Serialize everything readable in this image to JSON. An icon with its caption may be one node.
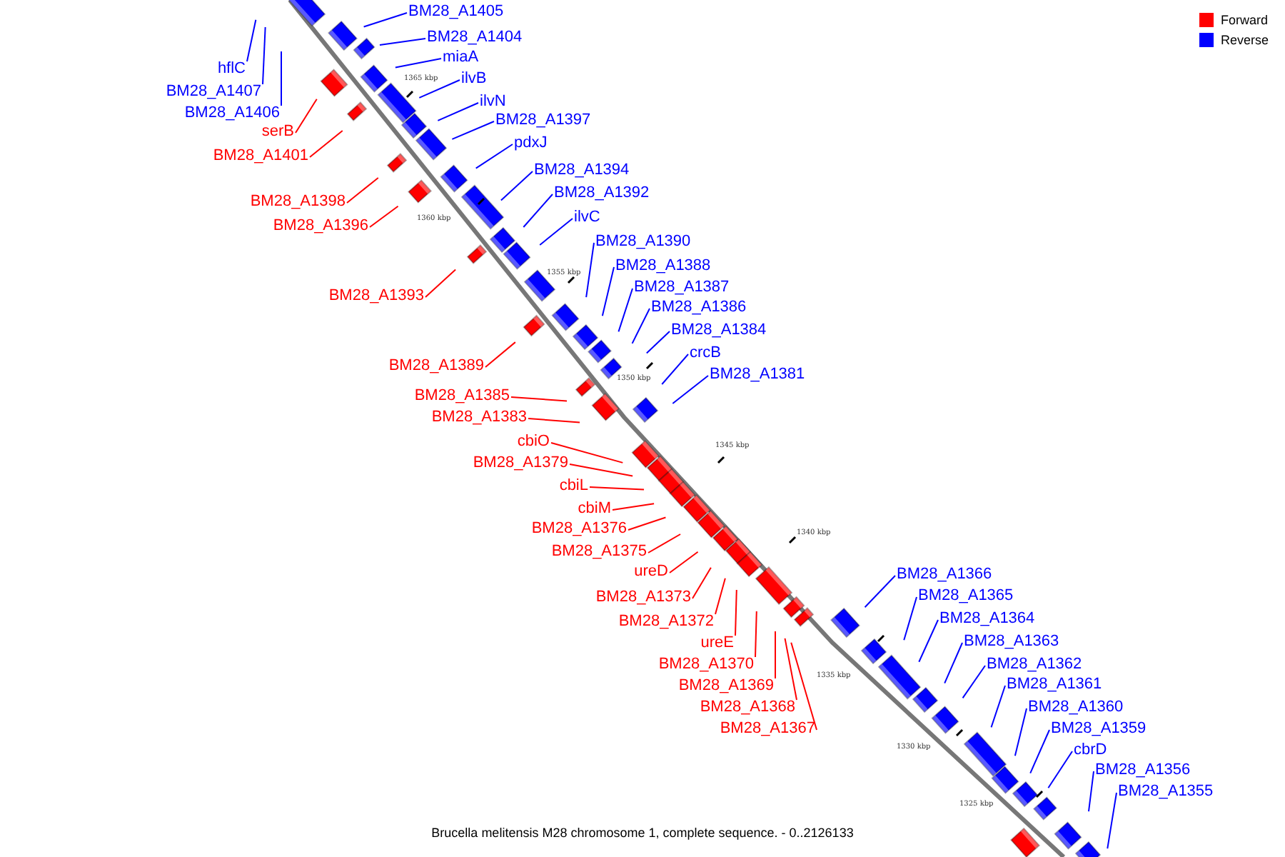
{
  "diagram": {
    "caption": "Brucella melitensis M28 chromosome 1, complete sequence. - 0..2126133",
    "nodes": [
      {
        "text": [
          "BM28_A1405"
        ]
      },
      {
        "text": [
          "BM28_A1404"
        ]
      },
      {
        "text": [
          "miaA"
        ]
      },
      {
        "text": [
          "hflC"
        ]
      },
      {
        "text": [
          "ilvB"
        ]
      },
      {
        "text": [
          "BM28_A1407"
        ]
      },
      {
        "text": [
          "ilvN"
        ]
      },
      {
        "text": [
          "BM28_A1406"
        ]
      },
      {
        "text": [
          "BM28_A1397"
        ]
      },
      {
        "text": [
          "serB"
        ]
      },
      {
        "text": [
          "pdxJ"
        ]
      },
      {
        "text": [
          "BM28_A1401"
        ]
      },
      {
        "text": [
          "BM28_A1394"
        ]
      },
      {
        "text": [
          "BM28_A1392"
        ]
      },
      {
        "text": [
          "BM28_A1398"
        ]
      },
      {
        "text": [
          "ilvC"
        ]
      },
      {
        "text": [
          "BM28_A1396"
        ]
      },
      {
        "text": [
          "BM28_A1390"
        ]
      },
      {
        "text": [
          "BM28_A1388"
        ]
      },
      {
        "text": [
          "BM28_A1387"
        ]
      },
      {
        "text": [
          "BM28_A1393"
        ]
      },
      {
        "text": [
          "BM28_A1386"
        ]
      },
      {
        "text": [
          "BM28_A1384"
        ]
      },
      {
        "text": [
          "crcB"
        ]
      },
      {
        "text": [
          "BM28_A1389"
        ]
      },
      {
        "text": [
          "BM28_A1381"
        ]
      },
      {
        "text": [
          "BM28_A1385"
        ]
      },
      {
        "text": [
          "BM28_A1383"
        ]
      },
      {
        "text": [
          "cbiO"
        ]
      },
      {
        "text": [
          "BM28_A1379"
        ]
      },
      {
        "text": [
          "cbiL"
        ]
      },
      {
        "text": [
          "cbiM"
        ]
      },
      {
        "text": [
          "BM28_A1376"
        ]
      },
      {
        "text": [
          "BM28_A1375"
        ]
      },
      {
        "text": [
          "ureD"
        ]
      },
      {
        "text": [
          "BM28_A1366"
        ]
      },
      {
        "text": [
          "BM28_A1373"
        ]
      },
      {
        "text": [
          "BM28_A1365"
        ]
      },
      {
        "text": [
          "BM28_A1372"
        ]
      },
      {
        "text": [
          "BM28_A1364"
        ]
      },
      {
        "text": [
          "ureE"
        ]
      },
      {
        "text": [
          "BM28_A1363"
        ]
      },
      {
        "text": [
          "BM28_A1370"
        ]
      },
      {
        "text": [
          "BM28_A1362"
        ]
      },
      {
        "text": [
          "BM28_A1369"
        ]
      },
      {
        "text": [
          "BM28_A1361"
        ]
      },
      {
        "text": [
          "BM28_A1368"
        ]
      },
      {
        "text": [
          "BM28_A1360"
        ]
      },
      {
        "text": [
          "BM28_A1367"
        ]
      },
      {
        "text": [
          "BM28_A1359"
        ]
      },
      {
        "text": [
          "cbrD"
        ]
      },
      {
        "text": [
          "BM28_A1356"
        ]
      },
      {
        "text": [
          "BM28_A1355"
        ]
      }
    ],
    "edges": [
      {
        "from": 0,
        "to": null,
        "arrow": "none"
      },
      {
        "from": 1,
        "to": null,
        "arrow": "none"
      },
      {
        "from": 2,
        "to": null,
        "arrow": "none"
      },
      {
        "from": 3,
        "to": null,
        "arrow": "none"
      },
      {
        "from": 4,
        "to": null,
        "arrow": "none"
      },
      {
        "from": 5,
        "to": null,
        "arrow": "none"
      },
      {
        "from": 6,
        "to": null,
        "arrow": "none"
      },
      {
        "from": 7,
        "to": null,
        "arrow": "none"
      },
      {
        "from": 8,
        "to": null,
        "arrow": "none"
      },
      {
        "from": 9,
        "to": null,
        "arrow": "none",
        "color": "#ff0000"
      },
      {
        "from": 10,
        "to": null,
        "arrow": "none"
      },
      {
        "from": 11,
        "to": null,
        "arrow": "none",
        "color": "#ff0000"
      },
      {
        "from": 12,
        "to": null,
        "arrow": "none"
      },
      {
        "from": 13,
        "to": null,
        "arrow": "none"
      },
      {
        "from": 14,
        "to": null,
        "arrow": "none",
        "color": "#ff0000"
      },
      {
        "from": 15,
        "to": null,
        "arrow": "none"
      },
      {
        "from": 16,
        "to": null,
        "arrow": "none",
        "color": "#ff0000"
      },
      {
        "from": 17,
        "to": null,
        "arrow": "none"
      },
      {
        "from": 18,
        "to": null,
        "arrow": "none"
      },
      {
        "from": 19,
        "to": null,
        "arrow": "none"
      },
      {
        "from": 20,
        "to": null,
        "arrow": "none",
        "color": "#ff0000"
      },
      {
        "from": 21,
        "to": null,
        "arrow": "none"
      },
      {
        "from": 22,
        "to": null,
        "arrow": "none"
      },
      {
        "from": 23,
        "to": null,
        "arrow": "none"
      },
      {
        "from": 24,
        "to": null,
        "arrow": "none",
        "color": "#ff0000"
      },
      {
        "from": 25,
        "to": null,
        "arrow": "none"
      },
      {
        "from": 26,
        "to": null,
        "arrow": "none",
        "color": "#ff0000"
      },
      {
        "from": 27,
        "to": null,
        "arrow": "none",
        "color": "#ff0000"
      },
      {
        "from": 28,
        "to": null,
        "arrow": "none",
        "color": "#ff0000"
      },
      {
        "from": 29,
        "to": null,
        "arrow": "none",
        "color": "#ff0000"
      },
      {
        "from": 30,
        "to": null,
        "arrow": "none",
        "color": "#ff0000"
      },
      {
        "from": 31,
        "to": null,
        "arrow": "none",
        "color": "#ff0000"
      },
      {
        "from": 32,
        "to": null,
        "arrow": "none",
        "color": "#ff0000"
      },
      {
        "from": 33,
        "to": null,
        "arrow": "none",
        "color": "#ff0000"
      },
      {
        "from": 34,
        "to": null,
        "arrow": "none",
        "color": "#ff0000"
      },
      {
        "from": 35,
        "to": null,
        "arrow": "none"
      },
      {
        "from": 36,
        "to": null,
        "arrow": "none",
        "color": "#ff0000"
      },
      {
        "from": 37,
        "to": null,
        "arrow": "none"
      },
      {
        "from": 38,
        "to": null,
        "arrow": "none",
        "color": "#ff0000"
      },
      {
        "from": 39,
        "to": null,
        "arrow": "none"
      },
      {
        "from": 40,
        "to": null,
        "arrow": "none",
        "color": "#ff0000"
      },
      {
        "from": 41,
        "to": null,
        "arrow": "none"
      },
      {
        "from": 42,
        "to": null,
        "arrow": "none",
        "color": "#ff0000"
      },
      {
        "from": 43,
        "to": null,
        "arrow": "none"
      },
      {
        "from": 44,
        "to": null,
        "arrow": "none",
        "color": "#ff0000"
      },
      {
        "from": 45,
        "to": null,
        "arrow": "none"
      },
      {
        "from": 46,
        "to": null,
        "arrow": "none",
        "color": "#ff0000"
      },
      {
        "from": 47,
        "to": null,
        "arrow": "none"
      },
      {
        "from": 48,
        "to": null,
        "arrow": "none",
        "color": "#ff0000"
      },
      {
        "from": 49,
        "to": null,
        "arrow": "none"
      },
      {
        "from": 50,
        "to": null,
        "arrow": "none"
      },
      {
        "from": 51,
        "to": null,
        "arrow": "none"
      },
      {
        "from": 52,
        "to": null,
        "arrow": "none"
      }
    ],
    "labels": [
      "1365 kbp",
      "1360 kbp",
      "1355 kbp",
      "1350 kbp",
      "1345 kbp",
      "1340 kbp",
      "1335 kbp",
      "1330 kbp",
      "1325 kbp"
    ],
    "legend": [
      {
        "text": "Forward",
        "color": "#ff0000"
      },
      {
        "text": "Reverse",
        "color": "#0000ff"
      }
    ]
  }
}
